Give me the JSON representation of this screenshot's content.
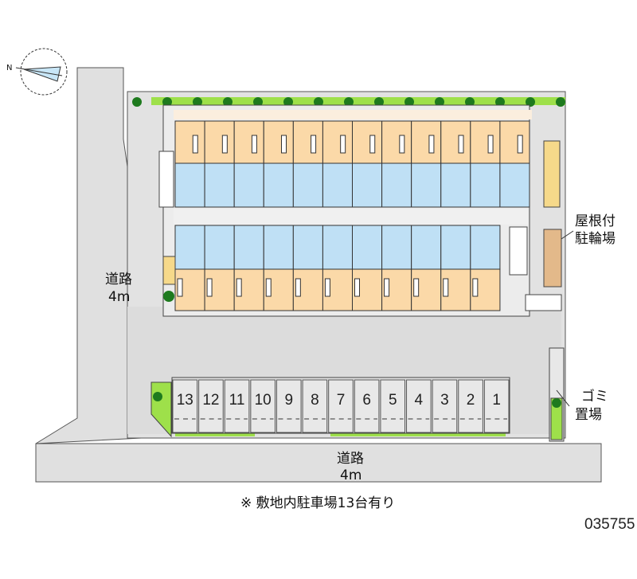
{
  "compass": {
    "north_label": "N"
  },
  "roads": {
    "left": {
      "name": "道路",
      "width": "4m"
    },
    "bottom": {
      "name": "道路",
      "width": "4m"
    }
  },
  "building": {
    "top_row_units": 12,
    "bottom_row_units": 11
  },
  "facilities": {
    "bike_parking": [
      "屋根付",
      "駐輪場"
    ],
    "garbage": [
      "ゴミ",
      "置場"
    ]
  },
  "parking": {
    "stalls": [
      "13",
      "12",
      "11",
      "10",
      "9",
      "8",
      "7",
      "6",
      "5",
      "4",
      "3",
      "2",
      "1"
    ]
  },
  "note": "※ 敷地内駐車場13台有り",
  "property_code": "035755",
  "colors": {
    "road": "#e0e0e0",
    "room": "#fbd9a8",
    "wet": "#bfe0f5",
    "green": "#9ee04a",
    "tree": "#1e7a1e"
  }
}
